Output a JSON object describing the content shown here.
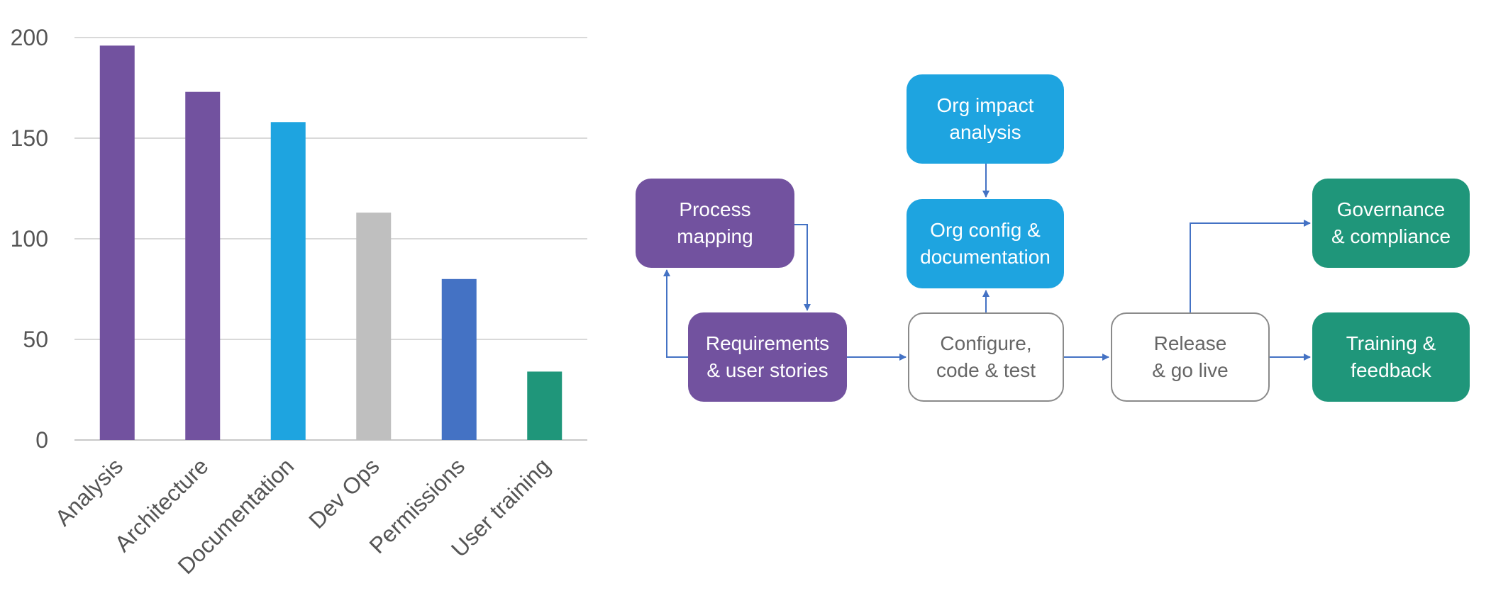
{
  "colors": {
    "purple": "#72529F",
    "blue": "#1EA4E0",
    "grey": "#BFBFBF",
    "steel_blue": "#4472C4",
    "green": "#1F967A",
    "arrow": "#4472C4",
    "outline_text": "#666666"
  },
  "chart_data": {
    "type": "bar",
    "categories": [
      "Analysis",
      "Architecture",
      "Documentation",
      "Dev Ops",
      "Permissions",
      "User training"
    ],
    "values": [
      196,
      173,
      158,
      113,
      80,
      34
    ],
    "bar_colors": [
      "#72529F",
      "#72529F",
      "#1EA4E0",
      "#BFBFBF",
      "#4472C4",
      "#1F967A"
    ],
    "ylim": [
      0,
      200
    ],
    "yticks": [
      0,
      50,
      100,
      150,
      200
    ],
    "grid": true,
    "title": "",
    "xlabel": "",
    "ylabel": ""
  },
  "diagram": {
    "nodes": [
      {
        "id": "process_mapping",
        "label": "Process\nmapping",
        "color": "#72529F",
        "style": "filled"
      },
      {
        "id": "requirements",
        "label": "Requirements\n& user stories",
        "color": "#72529F",
        "style": "filled"
      },
      {
        "id": "org_impact",
        "label": "Org impact\nanalysis",
        "color": "#1EA4E0",
        "style": "filled"
      },
      {
        "id": "org_config",
        "label": "Org config &\ndocumentation",
        "color": "#1EA4E0",
        "style": "filled"
      },
      {
        "id": "configure",
        "label": "Configure,\ncode & test",
        "color": "#ffffff",
        "style": "outline"
      },
      {
        "id": "release",
        "label": "Release\n& go live",
        "color": "#ffffff",
        "style": "outline"
      },
      {
        "id": "governance",
        "label": "Governance\n& compliance",
        "color": "#1F967A",
        "style": "filled"
      },
      {
        "id": "training",
        "label": "Training &\nfeedback",
        "color": "#1F967A",
        "style": "filled"
      }
    ],
    "edges": [
      {
        "from": "process_mapping",
        "to": "requirements"
      },
      {
        "from": "requirements",
        "to": "process_mapping"
      },
      {
        "from": "requirements",
        "to": "configure"
      },
      {
        "from": "org_impact",
        "to": "org_config"
      },
      {
        "from": "configure",
        "to": "org_config"
      },
      {
        "from": "configure",
        "to": "release"
      },
      {
        "from": "release",
        "to": "governance"
      },
      {
        "from": "release",
        "to": "training"
      }
    ]
  }
}
